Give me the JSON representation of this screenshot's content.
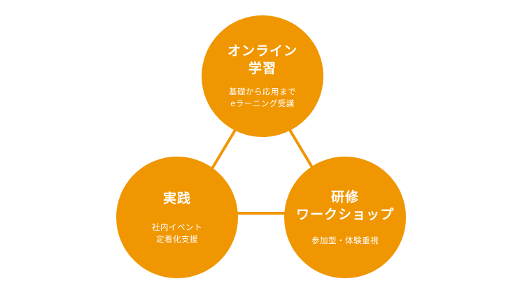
{
  "color": "#F09600",
  "nodes": {
    "online": {
      "title1": "オンライン",
      "title2": "学習",
      "sub1": "基礎から応用まで",
      "sub2": "eラーニング受講"
    },
    "practice": {
      "title1": "実践",
      "sub1": "社内イベント",
      "sub2": "定着化支援"
    },
    "training": {
      "title1": "研修",
      "title2": "ワークショップ",
      "sub1": "参加型・体験重視"
    }
  }
}
